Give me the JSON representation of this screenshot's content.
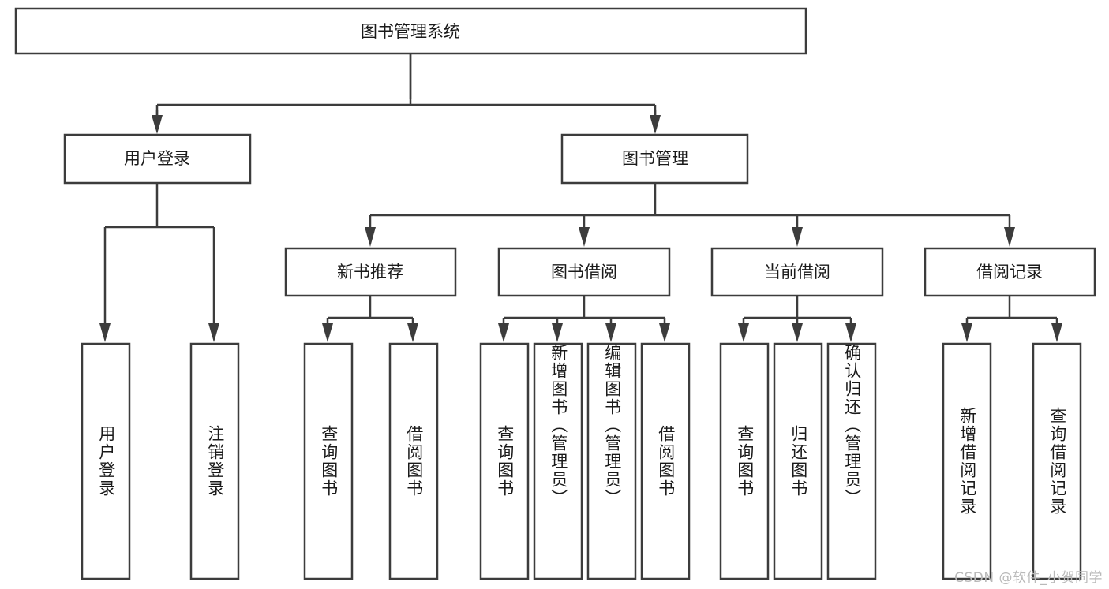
{
  "diagram": {
    "type": "tree",
    "title": "图书管理系统",
    "watermark": "CSDN @软件_小贺同学",
    "colors": {
      "stroke": "#3c3c3c",
      "fill": "#ffffff",
      "text": "#1a1a1a",
      "watermark": "#b9b9b9",
      "background": "#ffffff"
    },
    "levels": {
      "root": {
        "label": "图书管理系统"
      },
      "level2": [
        {
          "id": "user-login",
          "label": "用户登录"
        },
        {
          "id": "book-management",
          "label": "图书管理"
        }
      ],
      "level3": [
        {
          "id": "new-book-recommend",
          "label": "新书推荐",
          "parent": "book-management"
        },
        {
          "id": "book-borrow",
          "label": "图书借阅",
          "parent": "book-management"
        },
        {
          "id": "current-borrow",
          "label": "当前借阅",
          "parent": "book-management"
        },
        {
          "id": "borrow-record",
          "label": "借阅记录",
          "parent": "book-management"
        }
      ],
      "leaves": [
        {
          "id": "leaf-user-login",
          "label": "用户登录",
          "parent": "user-login"
        },
        {
          "id": "leaf-logout-login",
          "label": "注销登录",
          "parent": "user-login"
        },
        {
          "id": "leaf-query-book-1",
          "label": "查询图书",
          "parent": "new-book-recommend"
        },
        {
          "id": "leaf-borrow-book-1",
          "label": "借阅图书",
          "parent": "new-book-recommend"
        },
        {
          "id": "leaf-query-book-2",
          "label": "查询图书",
          "parent": "book-borrow"
        },
        {
          "id": "leaf-add-book",
          "label": "新增图书（管理员）",
          "parent": "book-borrow"
        },
        {
          "id": "leaf-edit-book",
          "label": "编辑图书（管理员）",
          "parent": "book-borrow"
        },
        {
          "id": "leaf-borrow-book-2",
          "label": "借阅图书",
          "parent": "book-borrow"
        },
        {
          "id": "leaf-query-book-3",
          "label": "查询图书",
          "parent": "current-borrow"
        },
        {
          "id": "leaf-return-book",
          "label": "归还图书",
          "parent": "current-borrow"
        },
        {
          "id": "leaf-confirm-return",
          "label": "确认归还（管理员）",
          "parent": "current-borrow"
        },
        {
          "id": "leaf-add-record",
          "label": "新增借阅记录",
          "parent": "borrow-record"
        },
        {
          "id": "leaf-query-record",
          "label": "查询借阅记录",
          "parent": "borrow-record"
        }
      ]
    }
  }
}
